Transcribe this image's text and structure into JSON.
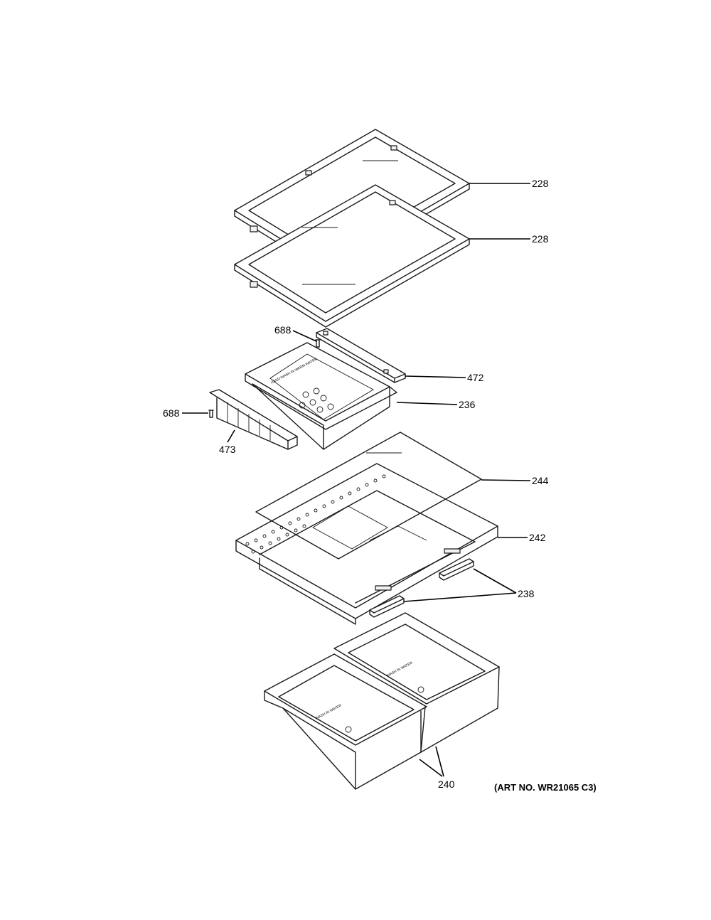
{
  "callouts": {
    "shelf_top": "228",
    "shelf_bottom": "228",
    "screw_upper": "688",
    "slide_right": "472",
    "pan_upper": "236",
    "screw_left": "688",
    "slide_left": "473",
    "glass_cover": "244",
    "cover_frame": "242",
    "humidity_controls": "238",
    "crisper_pans": "240"
  },
  "art_number": "(ART NO. WR21065 C3)",
  "pan_labels": {
    "upper_pan": "HAND WASH IN WARM WATER",
    "left_crisper": "WASH IN WATER",
    "right_crisper": "WASH IN WATER"
  }
}
